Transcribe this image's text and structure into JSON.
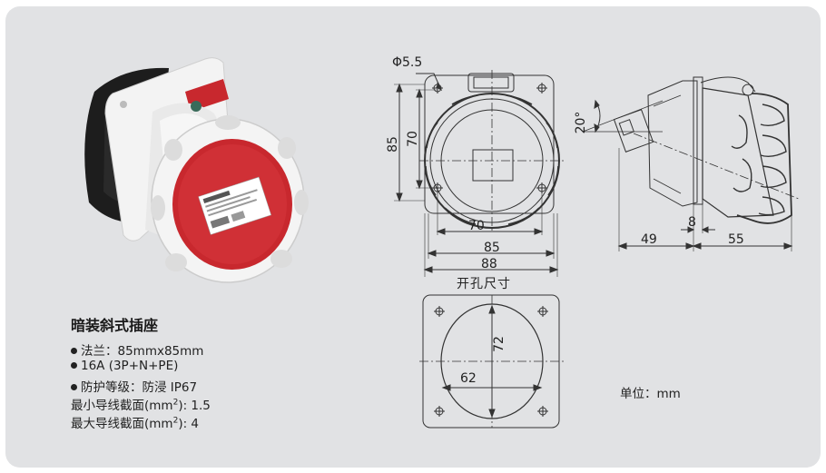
{
  "product": {
    "title": "暗装斜式插座",
    "specs": [
      {
        "bullet": true,
        "text": "法兰：85mmx85mm"
      },
      {
        "bullet": true,
        "text": "16A (3P+N+PE)"
      },
      {
        "bullet": true,
        "text": "防护等级：防浸  IP67"
      }
    ],
    "wire_min": {
      "prefix": "最小导线截面(mm",
      "sup": "2",
      "suffix": "): 1.5"
    },
    "wire_max": {
      "prefix": "最大导线截面(mm",
      "sup": "2",
      "suffix": "): 4"
    }
  },
  "front_view": {
    "dim_hole": "Φ5.5",
    "dim_h_outer": "85",
    "dim_h_inner": "70",
    "dim_w_70": "70",
    "dim_w_85": "85",
    "dim_w_88": "88"
  },
  "side_view": {
    "dim_angle": "20°",
    "dim_49": "49",
    "dim_8": "8",
    "dim_55": "55"
  },
  "cutout": {
    "title": "开孔尺寸",
    "dim_72": "72",
    "dim_62": "62"
  },
  "unit_label": "单位：mm",
  "colors": {
    "panel_bg": "#e1e2e4",
    "product_red": "#c8282e",
    "housing_white": "#f1f1f1",
    "plug_black": "#1d1d1d",
    "line": "#333333"
  }
}
